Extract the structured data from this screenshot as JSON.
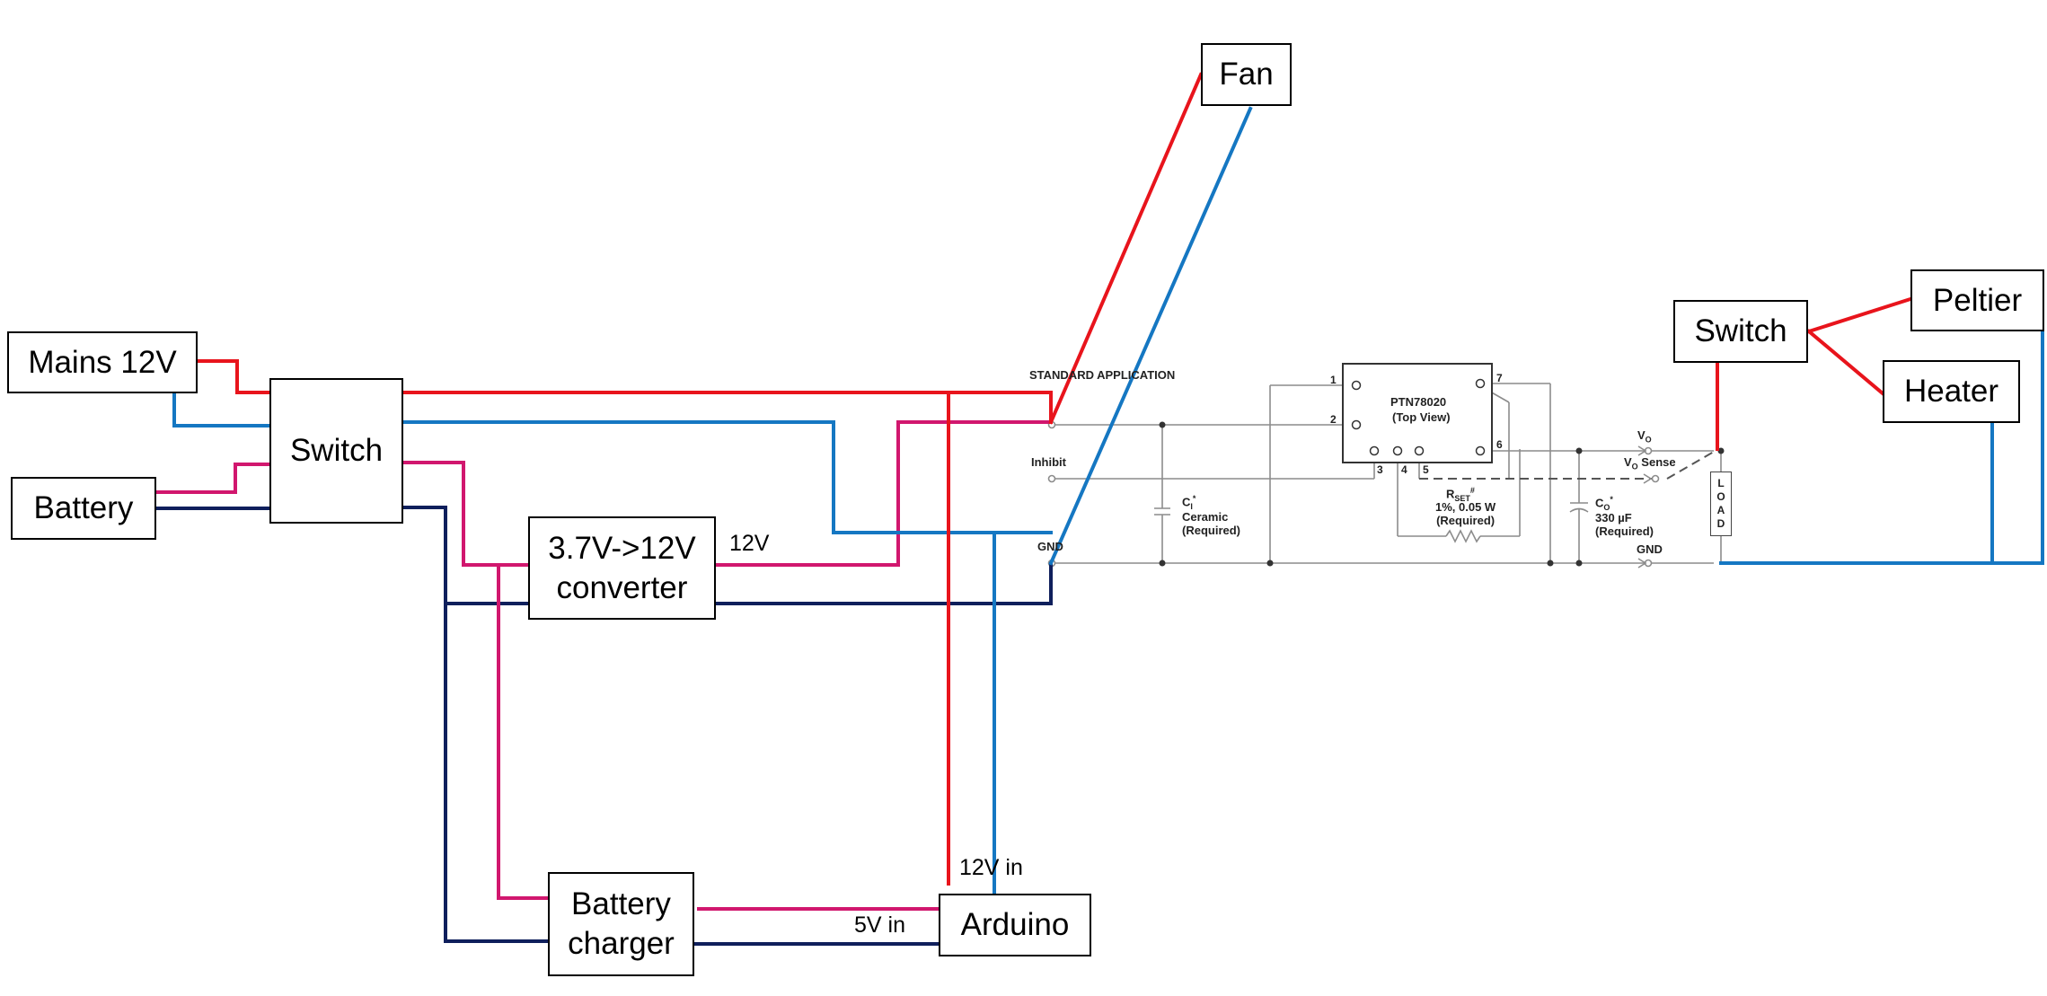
{
  "blocks": {
    "mains": "Mains 12V",
    "battery": "Battery",
    "switch_main": "Switch",
    "converter": "3.7V->12V\nconverter",
    "charger": "Battery\ncharger",
    "arduino": "Arduino",
    "fan": "Fan",
    "switch_right": "Switch",
    "peltier": "Peltier",
    "heater": "Heater"
  },
  "labels": {
    "v12": "12V",
    "v12_in": "12V in",
    "v5_in": "5V in"
  },
  "schematic": {
    "title": "STANDARD APPLICATION",
    "inhibit": "Inhibit",
    "gnd_left": "GND",
    "ic_name": "PTN78020",
    "ic_view": "(Top View)",
    "ci_label": "C",
    "ci_sub": "I",
    "ci_lines": "Ceramic\n(Required)",
    "rset_label": "R",
    "rset_sub": "SET",
    "rset_sup": "#",
    "rset_lines": "1%, 0.05 W\n(Required)",
    "co_label": "C",
    "co_sub": "O",
    "co_lines": "330 µF\n(Required)",
    "vo_label": "V",
    "vo_sub": "O",
    "vo_sense_label": "V",
    "vo_sense_sub": "O",
    "vo_sense_tail": " Sense",
    "gnd_right": "GND",
    "load": "LOAD",
    "pins": [
      "1",
      "2",
      "3",
      "4",
      "5",
      "6",
      "7"
    ]
  },
  "colors": {
    "red": "#e8141c",
    "blue": "#1577c2",
    "magenta": "#d1176e",
    "navy": "#0f1f5c",
    "schematic": "#8c8c8c"
  }
}
